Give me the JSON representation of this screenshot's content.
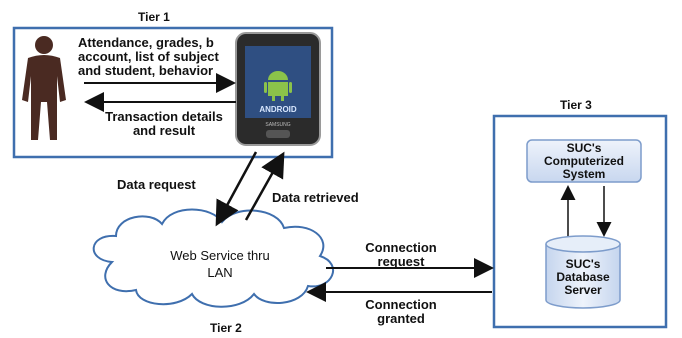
{
  "tiers": {
    "tier1": "Tier 1",
    "tier2": "Tier 2",
    "tier3": "Tier 3"
  },
  "user_to_device": {
    "line1": "Attendance, grades, b",
    "line2": "account, list of subject",
    "line3": "and student, behavior"
  },
  "device_to_user": {
    "line1": "Transaction details",
    "line2": "and result"
  },
  "phone": {
    "screen_text": "ANDROID",
    "brand": "SAMSUNG"
  },
  "data_request": "Data request",
  "data_retrieved": "Data retrieved",
  "cloud": {
    "line1": "Web Service thru",
    "line2": "LAN"
  },
  "connection_request": {
    "line1": "Connection",
    "line2": "request"
  },
  "connection_granted": {
    "line1": "Connection",
    "line2": "granted"
  },
  "system_box": {
    "line1": "SUC's",
    "line2": "Computerized",
    "line3": "System"
  },
  "database": {
    "line1": "SUC's",
    "line2": "Database",
    "line3": "Server"
  },
  "colors": {
    "tier_border": "#3f6fae",
    "box_fill": "#d9e4f5",
    "box_border": "#7d9ccb",
    "android_green": "#8bc34a"
  }
}
